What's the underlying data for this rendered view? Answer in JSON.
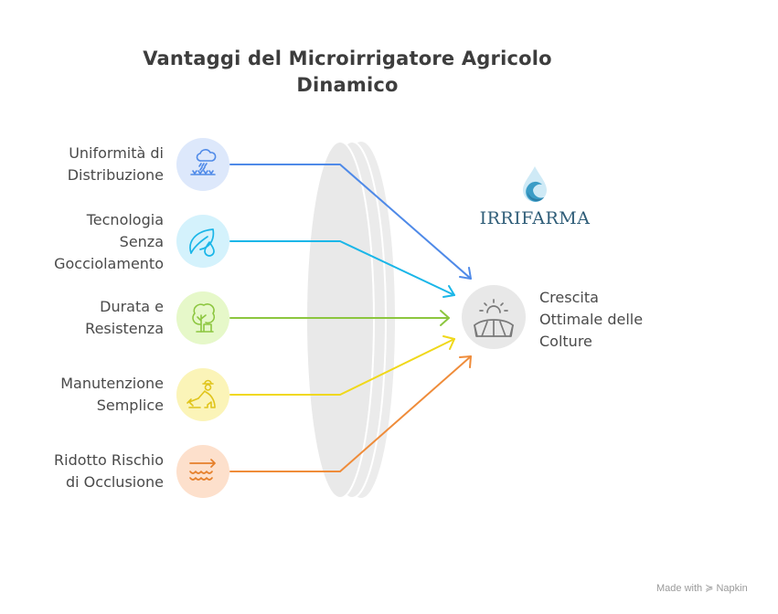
{
  "title": {
    "line1": "Vantaggi del Microirrigatore Agricolo",
    "line2": "Dinamico"
  },
  "inputs": [
    {
      "lines": [
        "Uniformità di",
        "Distribuzione"
      ],
      "icon": "rain-field-icon",
      "color": "#4f8ae8",
      "bg": "#dde8fb"
    },
    {
      "lines": [
        "Tecnologia",
        "Senza",
        "Gocciolamento"
      ],
      "icon": "leaf-drop-icon",
      "color": "#1ab6e8",
      "bg": "#d4f2fc"
    },
    {
      "lines": [
        "Durata e",
        "Resistenza"
      ],
      "icon": "tree-icon",
      "color": "#8cc63f",
      "bg": "#e6f8c9"
    },
    {
      "lines": [
        "Manutenzione",
        "Semplice"
      ],
      "icon": "farmer-icon",
      "color": "#e8cf1a",
      "bg": "#fbf4b8"
    },
    {
      "lines": [
        "Ridotto Rischio",
        "di Occlusione"
      ],
      "icon": "water-flow-icon",
      "color": "#ef8c3a",
      "bg": "#fde0cc"
    }
  ],
  "output": {
    "lines": [
      "Crescita",
      "Ottimale delle",
      "Colture"
    ],
    "icon": "sun-field-icon",
    "color": "#7a7a7a",
    "bg": "#e8e8e8"
  },
  "logo": {
    "text": "IRRIFARMA",
    "icon": "water-drop-logo-icon"
  },
  "footer": {
    "made_with": "Made with",
    "brand": "Napkin"
  }
}
